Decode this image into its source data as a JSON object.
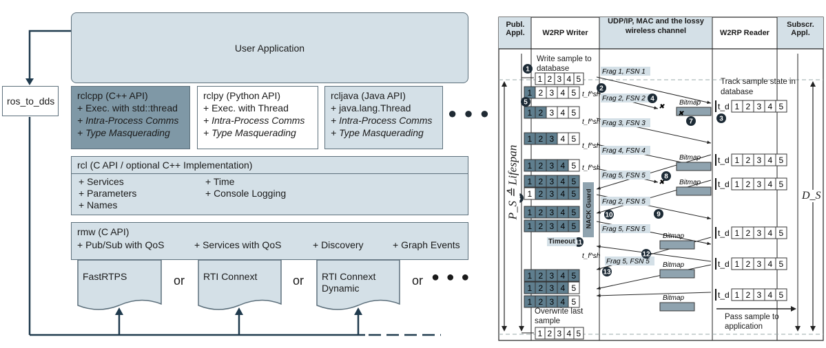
{
  "left": {
    "user_app": "User Application",
    "ros_to_dds": "ros_to_dds",
    "rclcpp": {
      "title": "rclcpp (C++ API)",
      "l1": "+ Exec. with std::thread",
      "l2": "+ Intra-Process Comms",
      "l3": "+ Type Masquerading"
    },
    "rclpy": {
      "title": "rclpy (Python API)",
      "l1": "+ Exec. with Thread",
      "l2": "+ Intra-Process Comms",
      "l3": "+ Type Masquerading"
    },
    "rcljava": {
      "title": "rcljava (Java API)",
      "l1": "+ java.lang.Thread",
      "l2": "+ Intra-Process Comms",
      "l3": "+ Type Masquerading"
    },
    "ellipsis": "● ● ●",
    "rcl": {
      "title": "rcl (C API / optional C++ Implementation)",
      "services": "+ Services",
      "parameters": "+ Parameters",
      "names": "+ Names",
      "time": "+ Time",
      "console": "+ Console Logging"
    },
    "rmw": {
      "title": "rmw (C API)",
      "pubsub": "+ Pub/Sub with QoS",
      "services": "+ Services with QoS",
      "discovery": "+ Discovery",
      "graph": "+ Graph Events"
    },
    "docs": [
      "FastRTPS",
      "RTI Connext",
      "RTI Connext Dynamic"
    ],
    "or": "or",
    "colors": {
      "dark": "#7f98a6",
      "light": "#d4e0e7",
      "white": "#ffffff",
      "border": "#5c6f7b"
    }
  },
  "right": {
    "headers": {
      "publ": "Publ. Appl.",
      "writer": "W2RP Writer",
      "channel": "UDP/IP, MAC and the lossy wireless channel",
      "reader": "W2RP Reader",
      "subscr": "Subscr. Appl."
    },
    "write_sample": "Write sample to database",
    "track_sample": "Track sample state in database",
    "overwrite": "Overwrite last sample",
    "pass_sample": "Pass sample to application",
    "timeout": "Timeout",
    "nack_guard": "NACK Guard",
    "lifespan": "P_S ≙ Lifespan",
    "ds": "D_S",
    "td": "t_d",
    "tf": "t_f^sh",
    "bitmap": "Bitmap",
    "cells": [
      "1",
      "2",
      "3",
      "4",
      "5"
    ],
    "frags": [
      "Frag 1, FSN 1",
      "Frag 2, FSN 2",
      "Frag 3, FSN 3",
      "Frag 4, FSN 4",
      "Frag 5, FSN 5",
      "Frag 2, FSN 5",
      "Frag 5, FSN 5",
      "Frag 5, FSN 5"
    ],
    "markers": [
      "1",
      "2",
      "3",
      "4",
      "5",
      "6",
      "7",
      "8",
      "9",
      "10",
      "11",
      "12",
      "13"
    ]
  }
}
